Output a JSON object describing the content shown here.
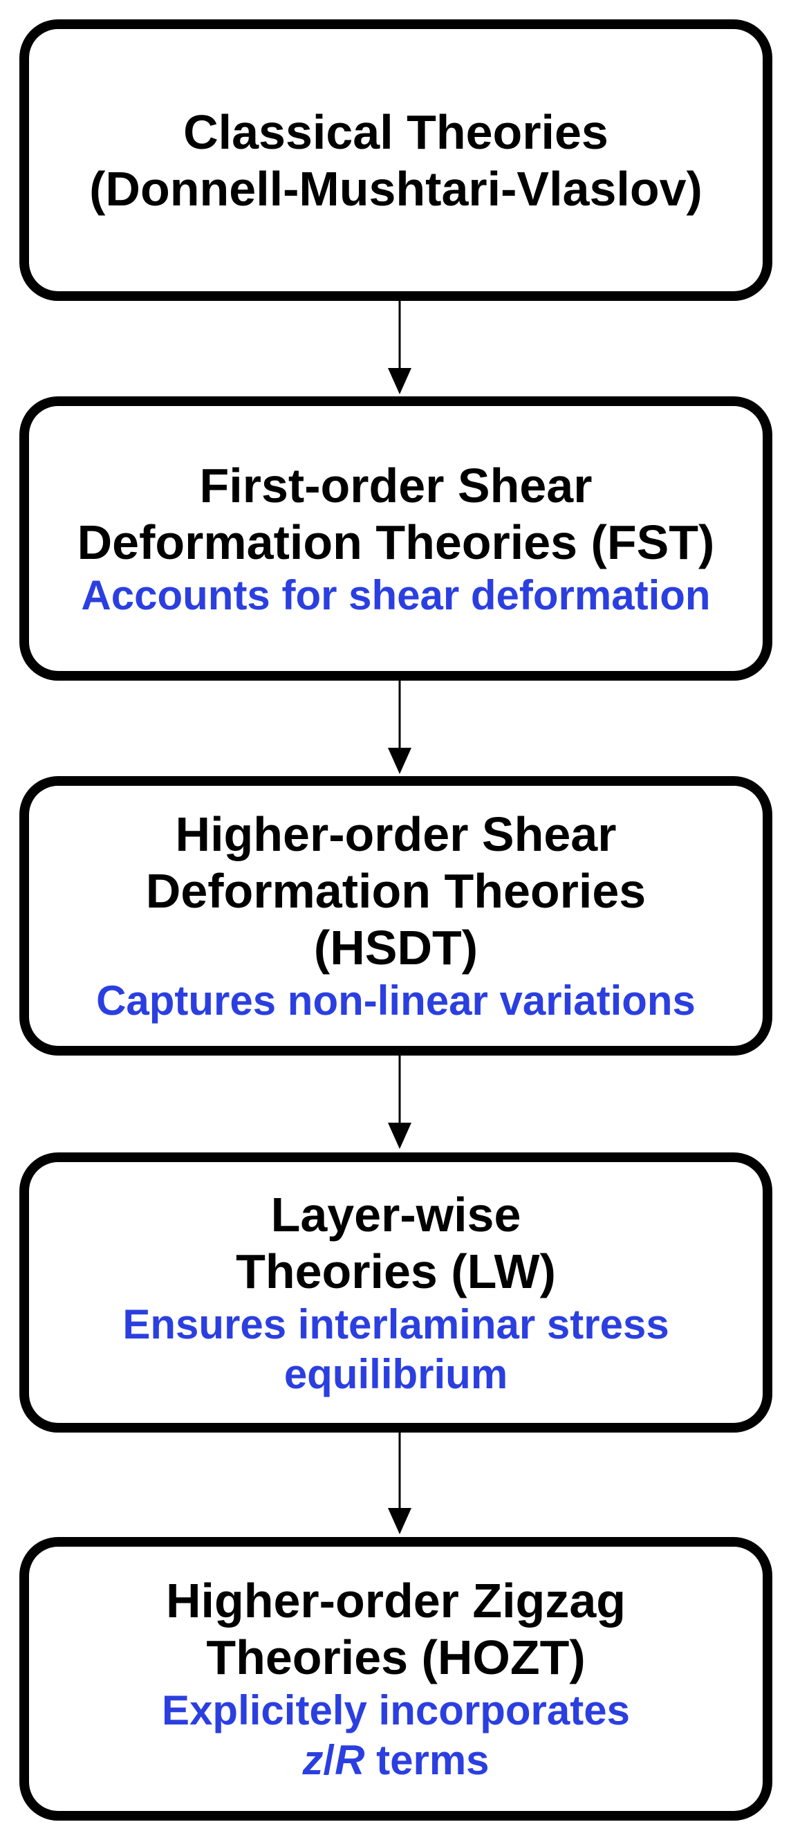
{
  "colors": {
    "border": "#000000",
    "title": "#000000",
    "subtitle": "#2b3fe0",
    "arrow": "#000000"
  },
  "boxes": [
    {
      "title_lines": [
        "Classical Theories",
        "(Donnell-Mushtari-Vlaslov)"
      ],
      "subtitle_lines": []
    },
    {
      "title_lines": [
        "First-order Shear",
        "Deformation Theories (FST)"
      ],
      "subtitle_lines": [
        "Accounts for shear deformation"
      ]
    },
    {
      "title_lines": [
        "Higher-order Shear",
        "Deformation Theories",
        "(HSDT)"
      ],
      "subtitle_lines": [
        "Captures non-linear variations"
      ]
    },
    {
      "title_lines": [
        "Layer-wise",
        "Theories (LW)"
      ],
      "subtitle_lines": [
        "Ensures interlaminar stress",
        "equilibrium"
      ]
    },
    {
      "title_lines": [
        "Higher-order Zigzag",
        "Theories (HOZT)"
      ],
      "subtitle_lines": [
        "Explicitely incorporates"
      ],
      "subtitle_rich": {
        "var1": "z",
        "slash": "/",
        "var2": "R",
        "suffix": " terms"
      }
    }
  ]
}
